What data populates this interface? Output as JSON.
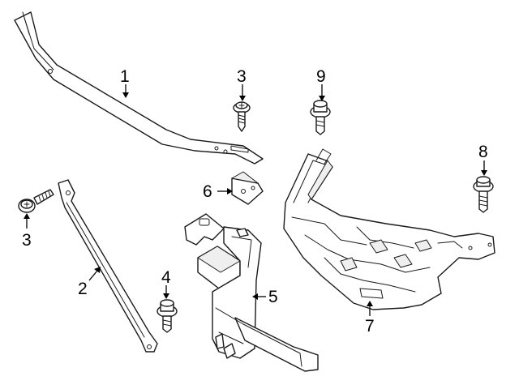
{
  "callouts": {
    "c1": "1",
    "c2": "2",
    "c3a": "3",
    "c3b": "3",
    "c4": "4",
    "c5": "5",
    "c6": "6",
    "c7": "7",
    "c8": "8",
    "c9": "9"
  },
  "colors": {
    "line": "#1a1a1a",
    "background": "#ffffff"
  }
}
